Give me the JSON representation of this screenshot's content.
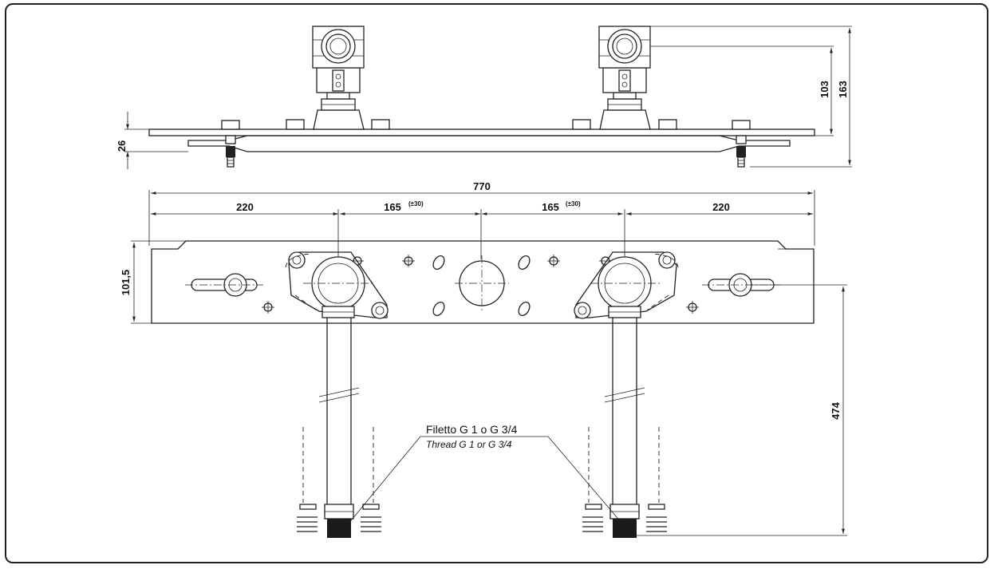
{
  "dimensions": {
    "total_width": "770",
    "left_margin": "220",
    "center_left": "165",
    "center_right": "165",
    "tolerance": "(±30)",
    "right_margin": "220",
    "plate_height": "101,5",
    "plate_thickness": "26",
    "outlet_height": "103",
    "total_height": "163",
    "pipe_length": "474"
  },
  "thread_note": {
    "italian": "Filetto G 1 o G 3/4",
    "english": "Thread G 1 or G 3/4"
  }
}
